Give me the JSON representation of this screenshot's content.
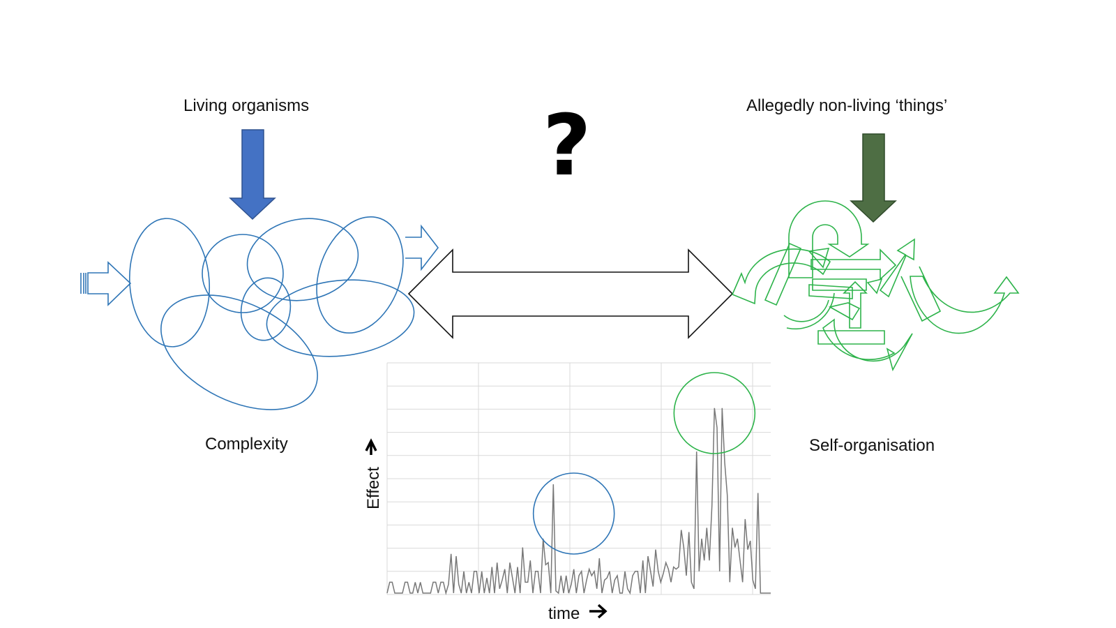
{
  "labels": {
    "left_top": "Living organisms",
    "right_top": "Allegedly non-living ‘things’",
    "question": "?",
    "left_bottom": "Complexity",
    "right_bottom": "Self-organisation"
  },
  "colors": {
    "blue_arrow": "#4472c4",
    "blue_line": "#2e75b6",
    "dark_green_arrow": "#4e6e44",
    "green_line": "#2db34a",
    "plot_line": "#777777",
    "grid": "#d9d9d9"
  },
  "chart_data": {
    "type": "line",
    "xlabel": "time",
    "ylabel": "Effect",
    "values": [
      0,
      0.05,
      0.05,
      0,
      0,
      0,
      0,
      0.05,
      0.05,
      0,
      0,
      0.05,
      0,
      0.05,
      0,
      0,
      0,
      0,
      0.05,
      0.05,
      0,
      0.05,
      0.05,
      0,
      0.04,
      0.18,
      0,
      0.17,
      0.04,
      0,
      0.1,
      0,
      0.05,
      0,
      0.1,
      0.1,
      0,
      0.1,
      0,
      0.07,
      0,
      0.12,
      0,
      0.14,
      0.02,
      0.06,
      0.11,
      0,
      0.14,
      0.07,
      0,
      0.12,
      0,
      0.21,
      0.05,
      0.05,
      0.15,
      0,
      0.1,
      0.1,
      0,
      0.25,
      0.13,
      0.14,
      0,
      0.5,
      0.01,
      0,
      0.08,
      0,
      0.08,
      0,
      0.04,
      0.11,
      0,
      0.08,
      0.1,
      0,
      0.06,
      0.11,
      0.08,
      0.1,
      0.02,
      0.16,
      0,
      0.06,
      0.07,
      0.1,
      0,
      0.06,
      0.08,
      0,
      0,
      0.1,
      0.02,
      0,
      0.08,
      0.1,
      0.1,
      0,
      0.15,
      0,
      0.17,
      0.1,
      0.03,
      0.2,
      0.1,
      0.05,
      0.09,
      0.14,
      0.11,
      0.05,
      0.12,
      0.11,
      0.12,
      0.29,
      0.21,
      0.08,
      0.28,
      0.05,
      0.02,
      0.65,
      0.1,
      0.25,
      0.15,
      0.3,
      0.15,
      0.4,
      0.85,
      0.76,
      0.1,
      0.85,
      0.6,
      0.45,
      0.05,
      0.3,
      0.21,
      0.25,
      0.15,
      0.05,
      0.34,
      0.2,
      0.24,
      0.06,
      0.02,
      0.46,
      0.0,
      0.0,
      0.0,
      0.0,
      0.0
    ],
    "highlight_circles": [
      {
        "at_index": 73,
        "color": "blue"
      },
      {
        "at_index": 128,
        "color": "green"
      }
    ]
  }
}
